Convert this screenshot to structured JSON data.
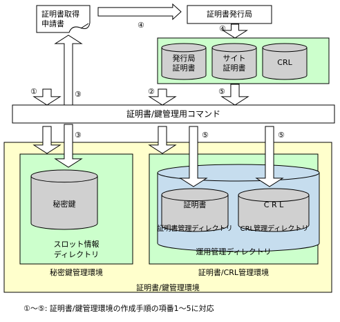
{
  "colors": {
    "env_fill": "#ffffcc",
    "green_fill": "#ccffcc",
    "blue_fill": "#c6ddee",
    "cylinder_gray": "#d0d0d0",
    "arrow_fill": "#ffffff",
    "stroke": "#000000"
  },
  "nodes": {
    "request_doc": [
      "証明書取得",
      "申請書"
    ],
    "issuer": "証明書発行局",
    "issuer_db": [
      {
        "lines": [
          "発行局",
          "証明書"
        ]
      },
      {
        "lines": [
          "サイト",
          "証明書"
        ]
      },
      {
        "lines": [
          "CRL"
        ]
      }
    ],
    "command": "証明書/鍵管理用コマンド",
    "secret_key_db": "秘密鍵",
    "slot_info": [
      "スロット情報",
      "ディレクトリ"
    ],
    "secret_env_label": "秘密鍵管理環境",
    "cert_db": "証明書",
    "crl_db": "C R L",
    "cert_dir": "証明書管理ディレクトリ",
    "crl_dir": "CRL管理ディレクトリ",
    "ops_dir": "運用管理ディレクトリ",
    "cert_crl_env_label": "証明書/CRL管理環境",
    "outer_env_label": "証明書/鍵管理環境"
  },
  "step_markers": {
    "m1": "①",
    "m2": "②",
    "m3": "③",
    "m3b": "③",
    "m4a": "④",
    "m4b": "④",
    "m5a": "⑤",
    "m5b": "⑤",
    "m5c": "⑤"
  },
  "footnote": "①～⑤: 証明書/鍵管理環境の作成手順の項番1～5に対応"
}
